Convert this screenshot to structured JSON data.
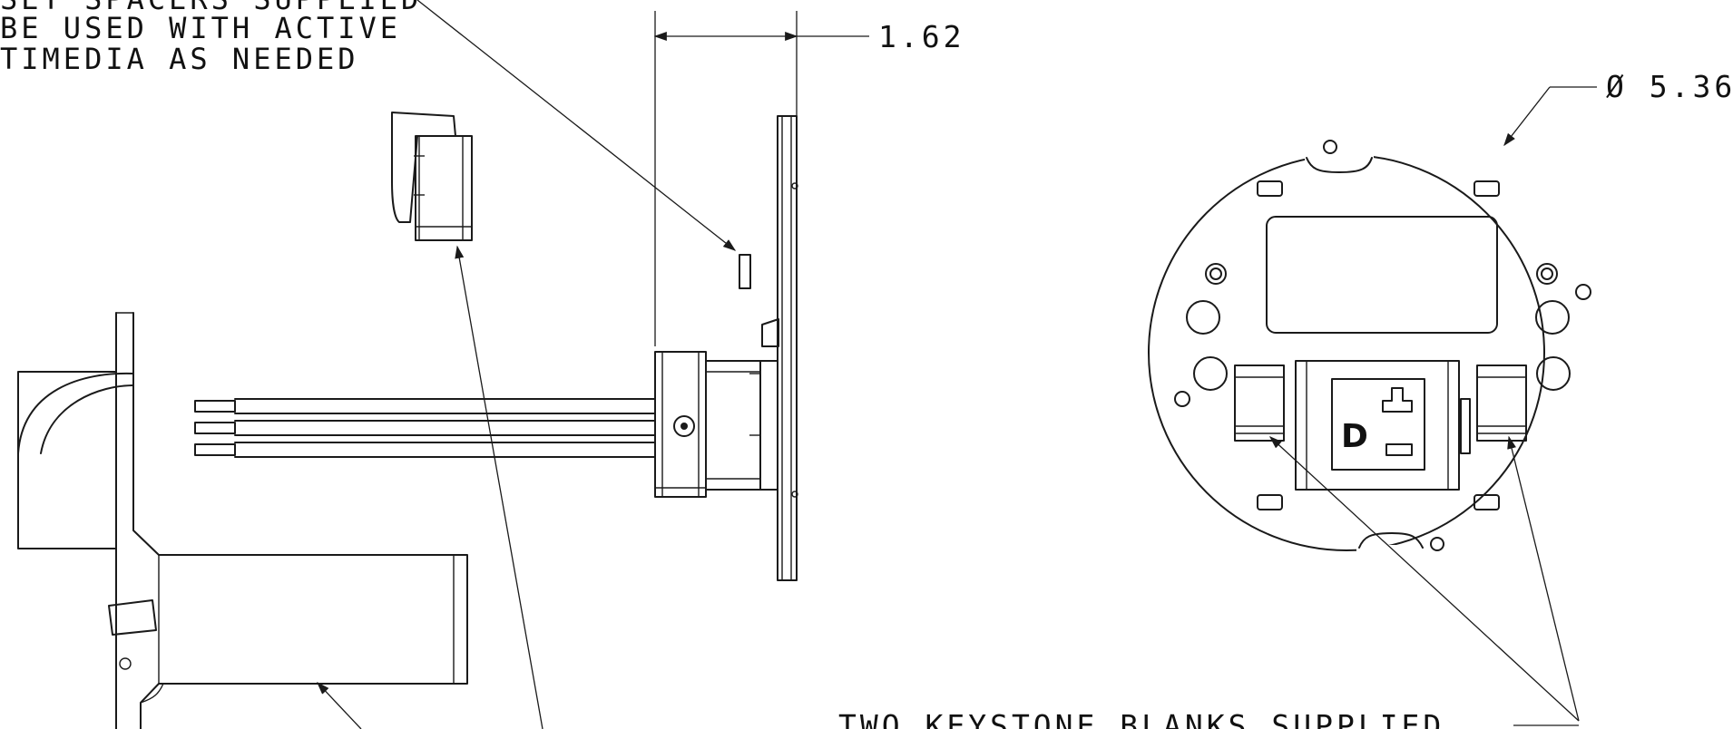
{
  "notes": {
    "spacers_line1": "SET SPACERS SUPPLIED",
    "spacers_line2": "BE USED WITH ACTIVE",
    "spacers_line3": "TIMEDIA AS NEEDED",
    "keystone": "TWO KEYSTONE BLANKS SUPPLIED"
  },
  "dimensions": {
    "depth": "1.62",
    "diameter": "Ø 5.36"
  },
  "outlet_letter": "D"
}
